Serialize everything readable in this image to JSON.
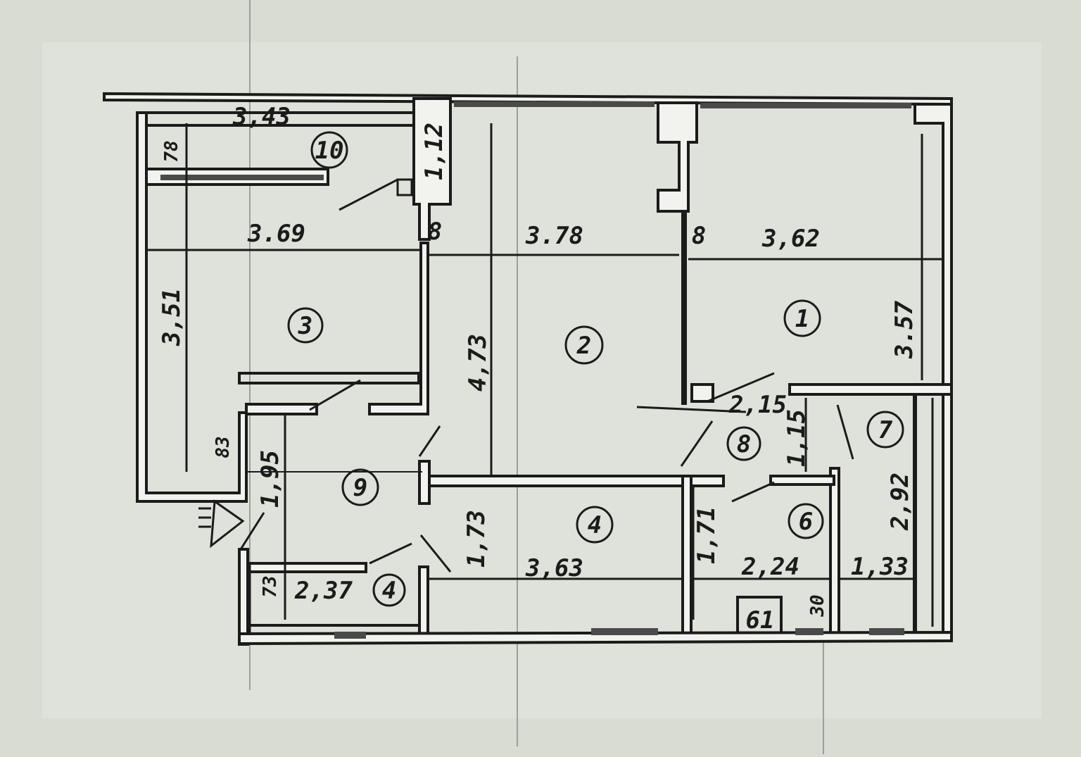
{
  "plan": {
    "rooms": [
      {
        "id": "room-1",
        "number": "1"
      },
      {
        "id": "room-2",
        "number": "2"
      },
      {
        "id": "room-3",
        "number": "3"
      },
      {
        "id": "room-4",
        "number": "4"
      },
      {
        "id": "room-4b",
        "number": "4"
      },
      {
        "id": "room-6",
        "number": "6"
      },
      {
        "id": "room-7",
        "number": "7"
      },
      {
        "id": "room-8",
        "number": "8"
      },
      {
        "id": "room-9",
        "number": "9"
      },
      {
        "id": "room-10",
        "number": "10"
      }
    ],
    "dimensions": {
      "d_343": "3,43",
      "d_78": "78",
      "d_112": "1,12",
      "d_369": "3.69",
      "d_8a": "8",
      "d_378": "3.78",
      "d_8b": "8",
      "d_362": "3,62",
      "d_351": "3,51",
      "d_473": "4,73",
      "d_357": "3.57",
      "d_215": "2,15",
      "d_83": "83",
      "d_195": "1,95",
      "d_115": "1,15",
      "d_292": "2,92",
      "d_173": "1,73",
      "d_171": "1,71",
      "d_73": "73",
      "d_237": "2,37",
      "d_363": "3,63",
      "d_224": "2,24",
      "d_133": "1,33",
      "d_61": "61",
      "d_30": "30"
    }
  },
  "colors": {
    "paper": "#d9dcd3",
    "ink": "#1b1b1b",
    "wall_fill": "#f2f2ee"
  }
}
